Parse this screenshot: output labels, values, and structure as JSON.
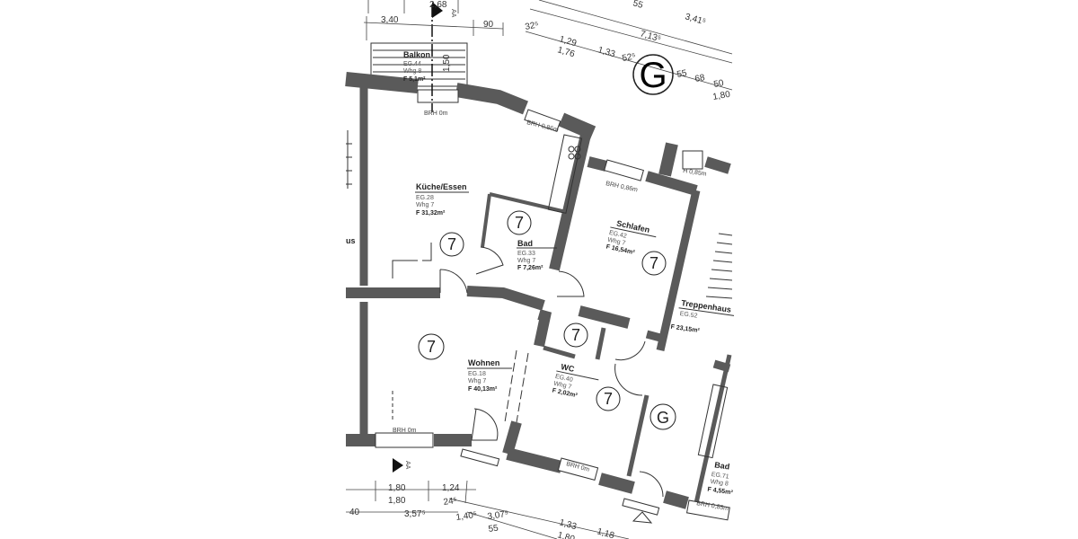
{
  "plan": {
    "rooms": [
      {
        "name": "Balkon",
        "code": "EG.44",
        "unit": "Whg 8",
        "area": "F 5,1m²"
      },
      {
        "name": "Küche/Essen",
        "code": "EG.28",
        "unit": "Whg 7",
        "area": "F 31,32m²"
      },
      {
        "name": "Bad",
        "code": "EG.33",
        "unit": "Whg 7",
        "area": "F 7,26m²"
      },
      {
        "name": "Schlafen",
        "code": "EG.42",
        "unit": "Whg 7",
        "area": "F 16,54m²"
      },
      {
        "name": "Wohnen",
        "code": "EG.18",
        "unit": "Whg 7",
        "area": "F 40,13m²"
      },
      {
        "name": "WC",
        "code": "EG.40",
        "unit": "Whg 7",
        "area": "F 2,02m²"
      },
      {
        "name": "Treppenhaus",
        "code": "EG.52",
        "area": "F 23,15m²"
      },
      {
        "name": "Bad",
        "code": "EG.71",
        "unit": "Whg 8",
        "area": "F 4,55m²"
      }
    ],
    "partial_label": "us",
    "unit_markers": [
      "7",
      "7",
      "7",
      "7",
      "7",
      "7"
    ],
    "common_markers": [
      "G",
      "G"
    ],
    "section_marker": "AA",
    "sill_heights": [
      "BRH 0m",
      "BRH 0,86m",
      "BRH 0,86m",
      "H 0,85m",
      "BRH 0m",
      "BRH 0m",
      "BRH 0,85m"
    ],
    "dimensions_top": [
      "3,40",
      "2,68",
      "90",
      "32⁵",
      "1,29",
      "1,76",
      "1,33",
      "52⁵",
      "55",
      "3,41⁵",
      "7,13⁵",
      "55",
      "68",
      "50",
      "1,80",
      "1,50"
    ],
    "dimensions_bottom": [
      "1,80",
      "1,80",
      "1,24",
      "24⁵",
      "3,57⁵",
      "40",
      "1,40⁵",
      "3,07⁵",
      "55",
      "1,33",
      "1,80",
      "1,18"
    ]
  }
}
